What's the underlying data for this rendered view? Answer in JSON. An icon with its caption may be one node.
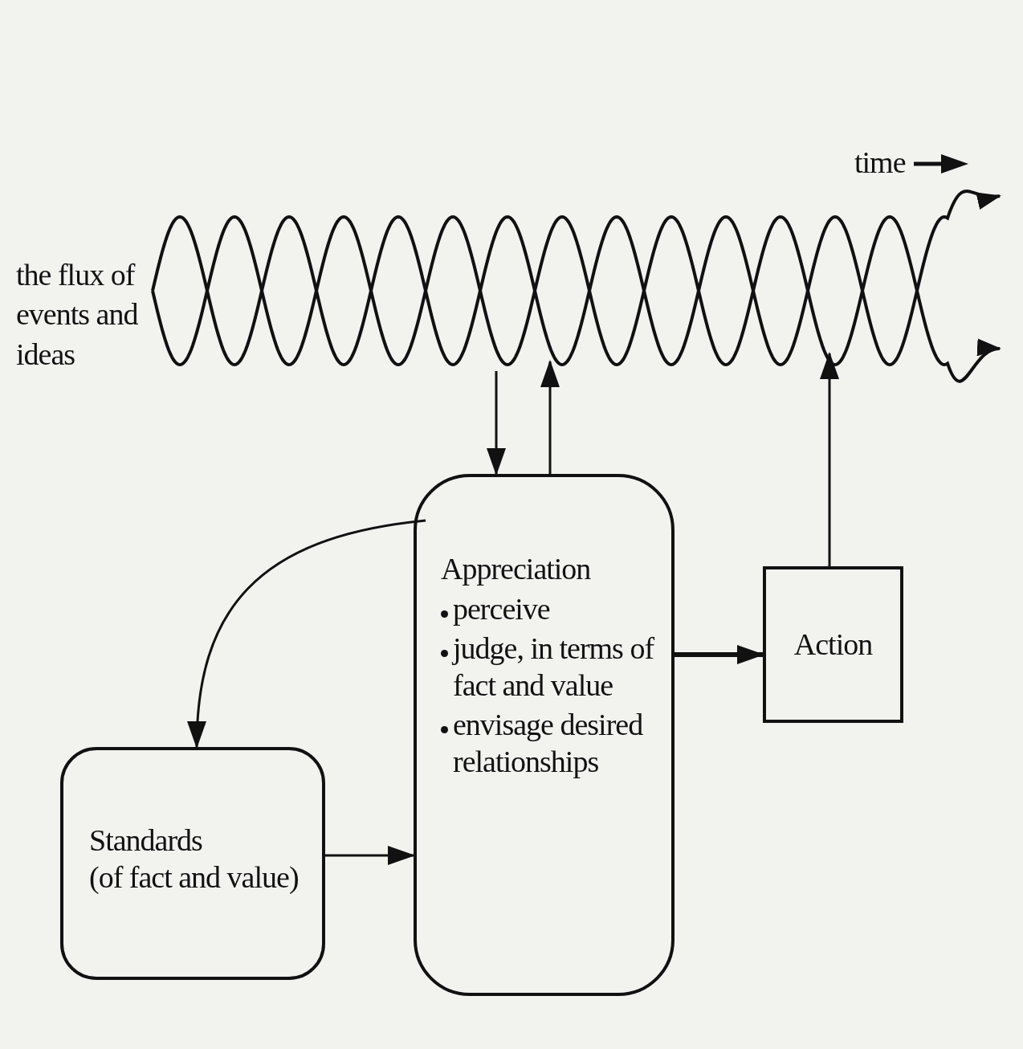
{
  "diagram": {
    "nodes": [
      {
        "text": [],
        "shape": "picture",
        "beside": [
          "the flux of events and ideas"
        ]
      },
      {
        "text": [
          "Appreciation",
          "perceive",
          "judge, in terms of fact and value",
          "envisage desired relationships"
        ]
      },
      {
        "text": [
          "Action"
        ]
      },
      {
        "text": [
          "Standards",
          "(of fact and value)"
        ]
      }
    ],
    "edges": [
      {
        "from": 0,
        "to": 1,
        "arrow": "to"
      },
      {
        "from": 1,
        "to": 0,
        "arrow": "to"
      },
      {
        "from": 2,
        "to": 0,
        "arrow": "to"
      },
      {
        "from": 1,
        "to": 2,
        "arrow": "to",
        "style": "thick"
      },
      {
        "from": 1,
        "to": 3,
        "arrow": "to"
      },
      {
        "from": 3,
        "to": 1,
        "arrow": "to"
      }
    ],
    "labels": [
      "time"
    ]
  }
}
